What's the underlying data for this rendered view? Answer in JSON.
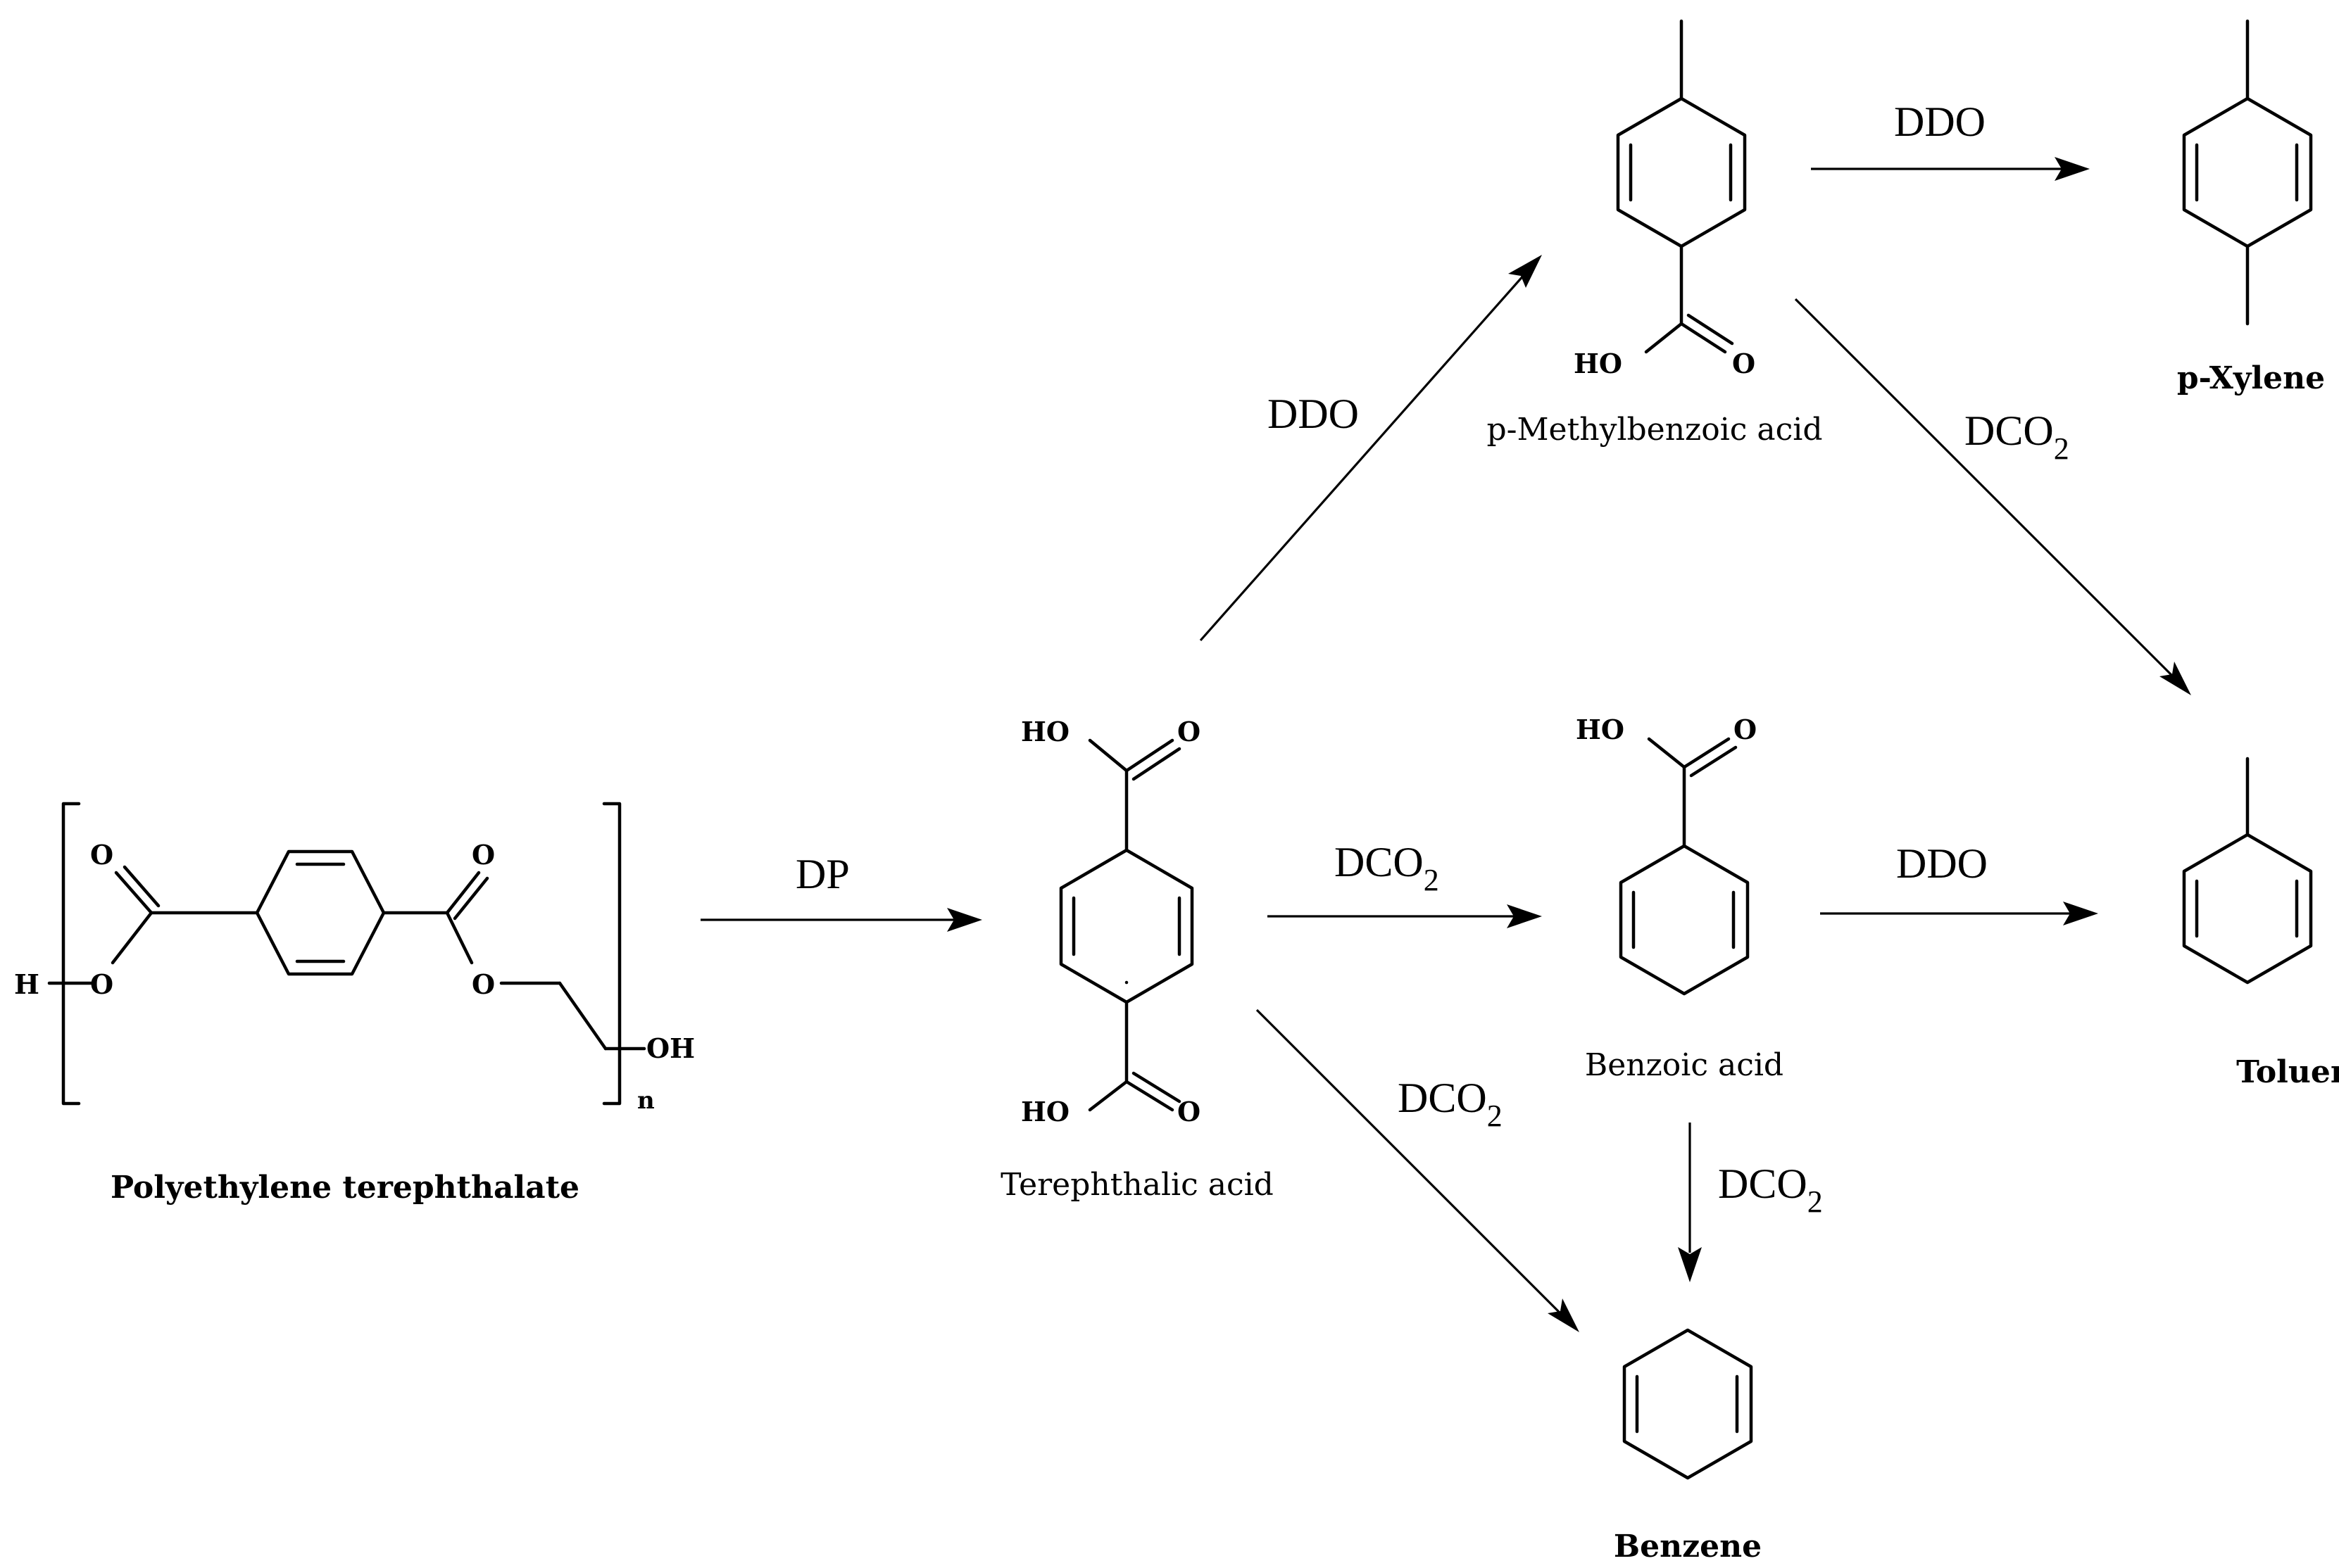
{
  "compounds": {
    "pet": "Polyethylene terephthalate",
    "terephthalic": "Terephthalic acid",
    "methylbenzoic": "p-Methylbenzoic acid",
    "xylene": "p-Xylene",
    "benzoic": "Benzoic acid",
    "toluene": "Toluene",
    "benzene": "Benzene"
  },
  "atoms": {
    "H": "H",
    "O": "O",
    "OH": "OH",
    "HO": "HO",
    "n": "n"
  },
  "conditions": {
    "dp": "DP",
    "ddo": "DDO",
    "dco": "DCO",
    "sub2": "2"
  }
}
